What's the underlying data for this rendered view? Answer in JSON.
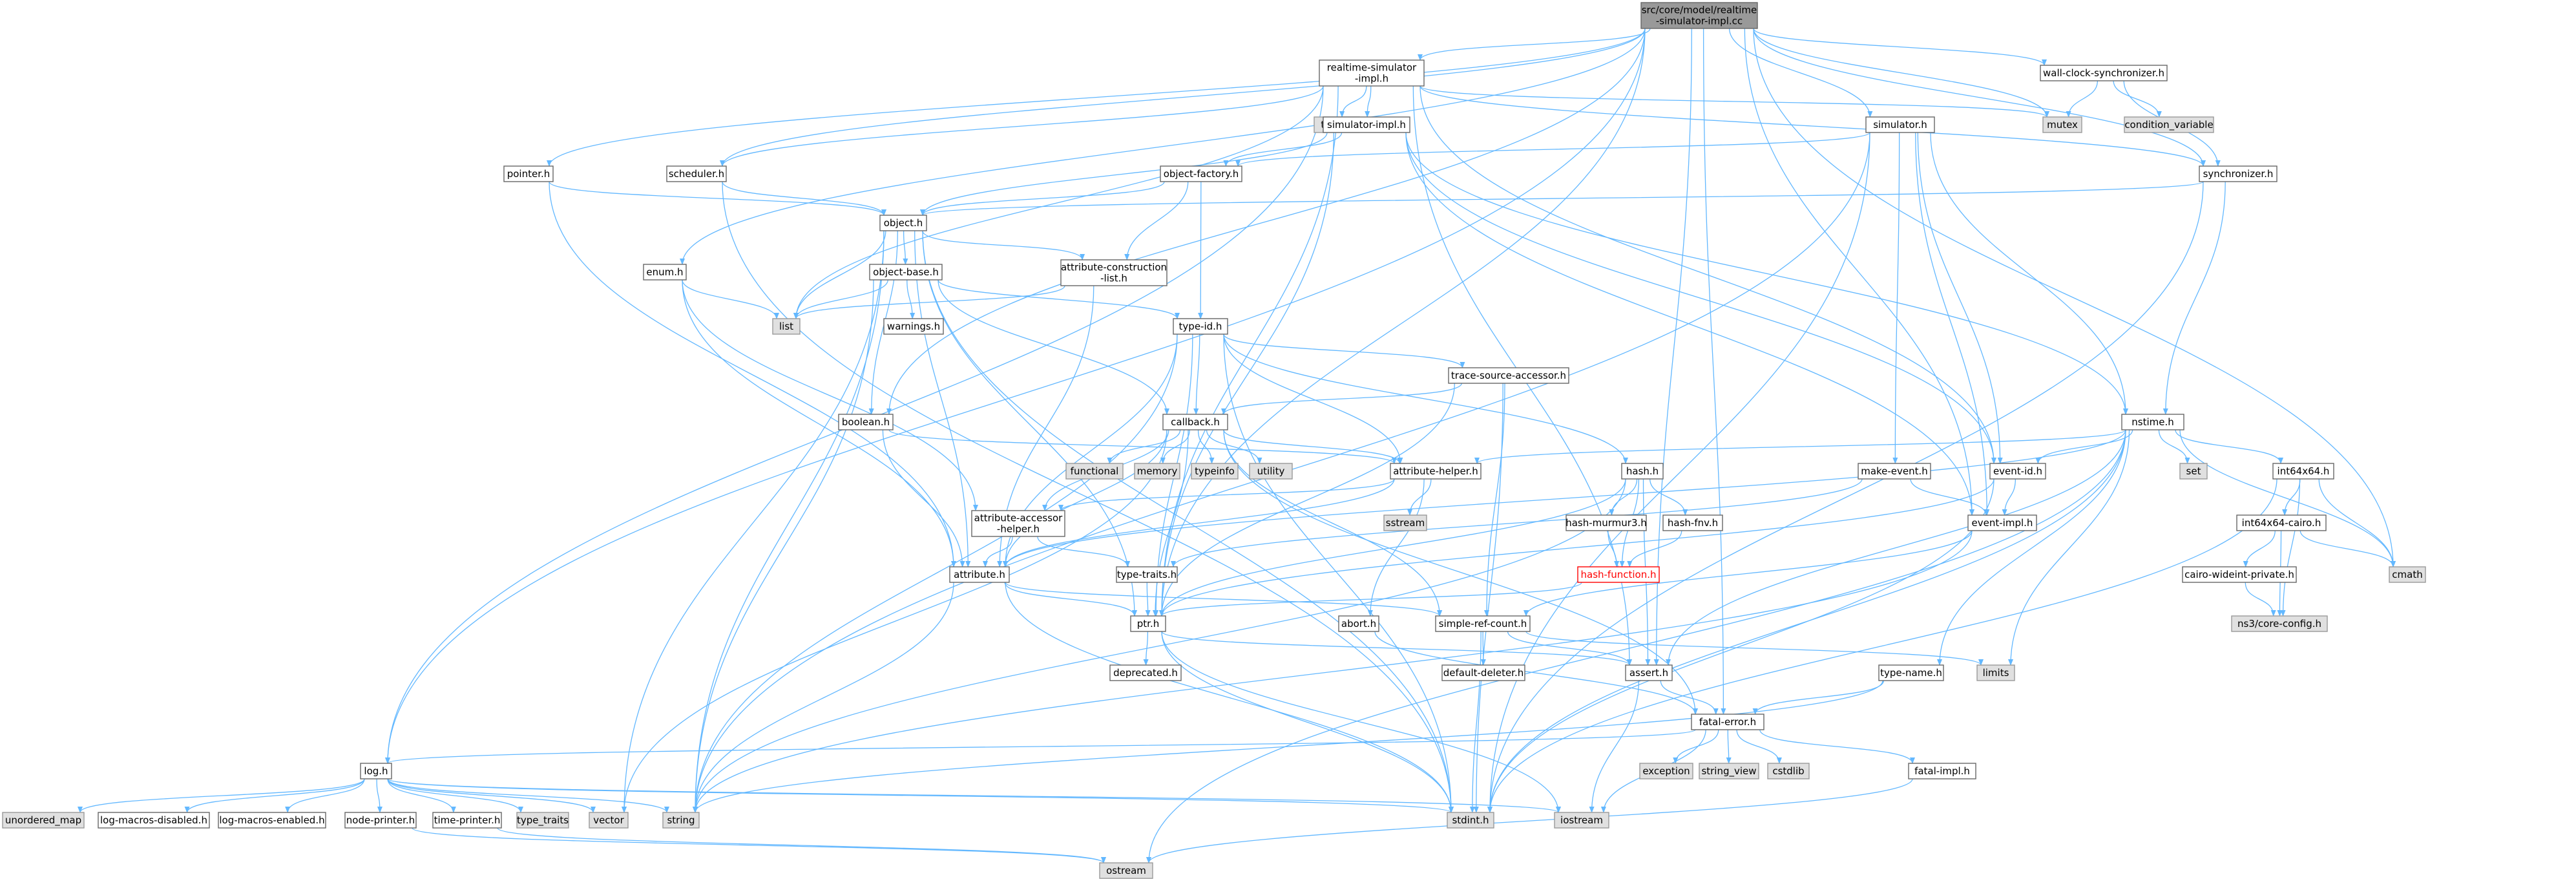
{
  "colors": {
    "edge": "#63b8ff",
    "local_fill": "#ffffff",
    "system_fill": "#e0e0e0",
    "root_fill": "#999999",
    "warn": "#ff0000"
  },
  "nodes": [
    {
      "id": "root",
      "label": [
        "src/core/model/realtime",
        "-simulator-impl.cc"
      ],
      "kind": "root"
    },
    {
      "id": "rsi",
      "label": [
        "realtime-simulator",
        "-impl.h"
      ],
      "kind": "local"
    },
    {
      "id": "wall",
      "label": [
        "wall-clock-synchronizer.h"
      ],
      "kind": "local"
    },
    {
      "id": "thread",
      "label": [
        "thread"
      ],
      "kind": "system"
    },
    {
      "id": "mutex",
      "label": [
        "mutex"
      ],
      "kind": "system"
    },
    {
      "id": "cv",
      "label": [
        "condition_variable"
      ],
      "kind": "system"
    },
    {
      "id": "simimpl",
      "label": [
        "simulator-impl.h"
      ],
      "kind": "local"
    },
    {
      "id": "simulator",
      "label": [
        "simulator.h"
      ],
      "kind": "local"
    },
    {
      "id": "sync",
      "label": [
        "synchronizer.h"
      ],
      "kind": "local"
    },
    {
      "id": "pointer",
      "label": [
        "pointer.h"
      ],
      "kind": "local"
    },
    {
      "id": "scheduler",
      "label": [
        "scheduler.h"
      ],
      "kind": "local"
    },
    {
      "id": "objfactory",
      "label": [
        "object-factory.h"
      ],
      "kind": "local"
    },
    {
      "id": "object",
      "label": [
        "object.h"
      ],
      "kind": "local"
    },
    {
      "id": "objbase",
      "label": [
        "object-base.h"
      ],
      "kind": "local"
    },
    {
      "id": "attrcons",
      "label": [
        "attribute-construction",
        "-list.h"
      ],
      "kind": "local"
    },
    {
      "id": "enum",
      "label": [
        "enum.h"
      ],
      "kind": "local"
    },
    {
      "id": "list",
      "label": [
        "list"
      ],
      "kind": "system"
    },
    {
      "id": "warnings",
      "label": [
        "warnings.h"
      ],
      "kind": "local"
    },
    {
      "id": "typeid",
      "label": [
        "type-id.h"
      ],
      "kind": "local"
    },
    {
      "id": "tsa",
      "label": [
        "trace-source-accessor.h"
      ],
      "kind": "local"
    },
    {
      "id": "boolean",
      "label": [
        "boolean.h"
      ],
      "kind": "local"
    },
    {
      "id": "callback",
      "label": [
        "callback.h"
      ],
      "kind": "local"
    },
    {
      "id": "functional",
      "label": [
        "functional"
      ],
      "kind": "system"
    },
    {
      "id": "memory",
      "label": [
        "memory"
      ],
      "kind": "system"
    },
    {
      "id": "typeinfo",
      "label": [
        "typeinfo"
      ],
      "kind": "system"
    },
    {
      "id": "utility",
      "label": [
        "utility"
      ],
      "kind": "system"
    },
    {
      "id": "attrhelper",
      "label": [
        "attribute-helper.h"
      ],
      "kind": "local"
    },
    {
      "id": "sstream",
      "label": [
        "sstream"
      ],
      "kind": "system"
    },
    {
      "id": "hash",
      "label": [
        "hash.h"
      ],
      "kind": "local"
    },
    {
      "id": "murmur",
      "label": [
        "hash-murmur3.h"
      ],
      "kind": "local"
    },
    {
      "id": "fnv",
      "label": [
        "hash-fnv.h"
      ],
      "kind": "local"
    },
    {
      "id": "hashfn",
      "label": [
        "hash-function.h"
      ],
      "kind": "warn"
    },
    {
      "id": "aah",
      "label": [
        "attribute-accessor",
        "-helper.h"
      ],
      "kind": "local"
    },
    {
      "id": "attribute",
      "label": [
        "attribute.h"
      ],
      "kind": "local"
    },
    {
      "id": "typetraitsh",
      "label": [
        "type-traits.h"
      ],
      "kind": "local"
    },
    {
      "id": "ptr",
      "label": [
        "ptr.h"
      ],
      "kind": "local"
    },
    {
      "id": "abort",
      "label": [
        "abort.h"
      ],
      "kind": "local"
    },
    {
      "id": "src",
      "label": [
        "simple-ref-count.h"
      ],
      "kind": "local"
    },
    {
      "id": "deprecated",
      "label": [
        "deprecated.h"
      ],
      "kind": "local"
    },
    {
      "id": "deldel",
      "label": [
        "default-deleter.h"
      ],
      "kind": "local"
    },
    {
      "id": "assert",
      "label": [
        "assert.h"
      ],
      "kind": "local"
    },
    {
      "id": "nstime",
      "label": [
        "nstime.h"
      ],
      "kind": "local"
    },
    {
      "id": "makeevent",
      "label": [
        "make-event.h"
      ],
      "kind": "local"
    },
    {
      "id": "eventid",
      "label": [
        "event-id.h"
      ],
      "kind": "local"
    },
    {
      "id": "eventimpl",
      "label": [
        "event-impl.h"
      ],
      "kind": "local"
    },
    {
      "id": "set",
      "label": [
        "set"
      ],
      "kind": "system"
    },
    {
      "id": "int64",
      "label": [
        "int64x64.h"
      ],
      "kind": "local"
    },
    {
      "id": "int64cairo",
      "label": [
        "int64x64-cairo.h"
      ],
      "kind": "local"
    },
    {
      "id": "cmath",
      "label": [
        "cmath"
      ],
      "kind": "system"
    },
    {
      "id": "cairowide",
      "label": [
        "cairo-wideint-private.h"
      ],
      "kind": "local"
    },
    {
      "id": "coreconfig",
      "label": [
        "ns3/core-config.h"
      ],
      "kind": "system"
    },
    {
      "id": "limits",
      "label": [
        "limits"
      ],
      "kind": "system"
    },
    {
      "id": "typename",
      "label": [
        "type-name.h"
      ],
      "kind": "local"
    },
    {
      "id": "fatal",
      "label": [
        "fatal-error.h"
      ],
      "kind": "local"
    },
    {
      "id": "exception",
      "label": [
        "exception"
      ],
      "kind": "system"
    },
    {
      "id": "stringview",
      "label": [
        "string_view"
      ],
      "kind": "system"
    },
    {
      "id": "cstdlib",
      "label": [
        "cstdlib"
      ],
      "kind": "system"
    },
    {
      "id": "fatalimpl",
      "label": [
        "fatal-impl.h"
      ],
      "kind": "local"
    },
    {
      "id": "log",
      "label": [
        "log.h"
      ],
      "kind": "local"
    },
    {
      "id": "umap",
      "label": [
        "unordered_map"
      ],
      "kind": "system"
    },
    {
      "id": "lmd",
      "label": [
        "log-macros-disabled.h"
      ],
      "kind": "local"
    },
    {
      "id": "lme",
      "label": [
        "log-macros-enabled.h"
      ],
      "kind": "local"
    },
    {
      "id": "nodeprinter",
      "label": [
        "node-printer.h"
      ],
      "kind": "local"
    },
    {
      "id": "timeprinter",
      "label": [
        "time-printer.h"
      ],
      "kind": "local"
    },
    {
      "id": "typetraits",
      "label": [
        "type_traits"
      ],
      "kind": "system"
    },
    {
      "id": "vector",
      "label": [
        "vector"
      ],
      "kind": "system"
    },
    {
      "id": "string",
      "label": [
        "string"
      ],
      "kind": "system"
    },
    {
      "id": "stdint",
      "label": [
        "stdint.h"
      ],
      "kind": "system"
    },
    {
      "id": "iostream",
      "label": [
        "iostream"
      ],
      "kind": "system"
    },
    {
      "id": "ostream",
      "label": [
        "ostream"
      ],
      "kind": "system"
    }
  ],
  "edges": [
    [
      "root",
      "rsi"
    ],
    [
      "root",
      "wall"
    ],
    [
      "root",
      "mutex"
    ],
    [
      "root",
      "simulator"
    ],
    [
      "root",
      "sync"
    ],
    [
      "root",
      "pointer"
    ],
    [
      "root",
      "scheduler"
    ],
    [
      "root",
      "enum"
    ],
    [
      "root",
      "boolean"
    ],
    [
      "root",
      "log"
    ],
    [
      "root",
      "ptr"
    ],
    [
      "root",
      "eventimpl"
    ],
    [
      "root",
      "cmath"
    ],
    [
      "root",
      "fatal"
    ],
    [
      "root",
      "assert"
    ],
    [
      "wall",
      "mutex"
    ],
    [
      "wall",
      "cv"
    ],
    [
      "wall",
      "sync"
    ],
    [
      "rsi",
      "thread"
    ],
    [
      "rsi",
      "mutex"
    ],
    [
      "rsi",
      "simimpl"
    ],
    [
      "rsi",
      "scheduler"
    ],
    [
      "rsi",
      "sync"
    ],
    [
      "rsi",
      "list"
    ],
    [
      "rsi",
      "log"
    ],
    [
      "rsi",
      "assert"
    ],
    [
      "rsi",
      "eventid"
    ],
    [
      "rsi",
      "ptr"
    ],
    [
      "simimpl",
      "objfactory"
    ],
    [
      "simimpl",
      "object"
    ],
    [
      "simimpl",
      "eventimpl"
    ],
    [
      "simimpl",
      "eventid"
    ],
    [
      "simimpl",
      "nstime"
    ],
    [
      "simimpl",
      "ptr"
    ],
    [
      "simulator",
      "objfactory"
    ],
    [
      "simulator",
      "eventid"
    ],
    [
      "simulator",
      "eventimpl"
    ],
    [
      "simulator",
      "makeevent"
    ],
    [
      "simulator",
      "nstime"
    ],
    [
      "simulator",
      "string"
    ],
    [
      "simulator",
      "stdint"
    ],
    [
      "sync",
      "object"
    ],
    [
      "sync",
      "nstime"
    ],
    [
      "sync",
      "stdint"
    ],
    [
      "pointer",
      "object"
    ],
    [
      "pointer",
      "attribute"
    ],
    [
      "scheduler",
      "object"
    ],
    [
      "scheduler",
      "stdint"
    ],
    [
      "objfactory",
      "object"
    ],
    [
      "objfactory",
      "attrcons"
    ],
    [
      "objfactory",
      "typeid"
    ],
    [
      "object",
      "objbase"
    ],
    [
      "object",
      "attrcons"
    ],
    [
      "object",
      "list"
    ],
    [
      "object",
      "ptr"
    ],
    [
      "object",
      "attribute"
    ],
    [
      "object",
      "vector"
    ],
    [
      "object",
      "string"
    ],
    [
      "object",
      "stdint"
    ],
    [
      "object",
      "boolean"
    ],
    [
      "objbase",
      "list"
    ],
    [
      "objbase",
      "warnings"
    ],
    [
      "objbase",
      "typeid"
    ],
    [
      "objbase",
      "callback"
    ],
    [
      "objbase",
      "string"
    ],
    [
      "attrcons",
      "list"
    ],
    [
      "attrcons",
      "attribute"
    ],
    [
      "enum",
      "list"
    ],
    [
      "enum",
      "attribute"
    ],
    [
      "enum",
      "aah"
    ],
    [
      "typeid",
      "tsa"
    ],
    [
      "typeid",
      "callback"
    ],
    [
      "typeid",
      "attrhelper"
    ],
    [
      "typeid",
      "hash"
    ],
    [
      "typeid",
      "attribute"
    ],
    [
      "typeid",
      "ptr"
    ],
    [
      "typeid",
      "string"
    ],
    [
      "typeid",
      "stdint"
    ],
    [
      "tsa",
      "callback"
    ],
    [
      "tsa",
      "ptr"
    ],
    [
      "tsa",
      "src"
    ],
    [
      "tsa",
      "stdint"
    ],
    [
      "boolean",
      "attrhelper"
    ],
    [
      "boolean",
      "attribute"
    ],
    [
      "callback",
      "functional"
    ],
    [
      "callback",
      "memory"
    ],
    [
      "callback",
      "typeinfo"
    ],
    [
      "callback",
      "utility"
    ],
    [
      "callback",
      "attrhelper"
    ],
    [
      "callback",
      "aah"
    ],
    [
      "callback",
      "attribute"
    ],
    [
      "callback",
      "ptr"
    ],
    [
      "callback",
      "src"
    ],
    [
      "callback",
      "fatal"
    ],
    [
      "callback",
      "vector"
    ],
    [
      "attrhelper",
      "sstream"
    ],
    [
      "attrhelper",
      "aah"
    ],
    [
      "attrhelper",
      "attribute"
    ],
    [
      "attrhelper",
      "abort"
    ],
    [
      "hash",
      "murmur"
    ],
    [
      "hash",
      "fnv"
    ],
    [
      "hash",
      "hashfn"
    ],
    [
      "hash",
      "assert"
    ],
    [
      "hash",
      "ptr"
    ],
    [
      "hash",
      "string"
    ],
    [
      "murmur",
      "hashfn"
    ],
    [
      "fnv",
      "hashfn"
    ],
    [
      "hashfn",
      "ptr"
    ],
    [
      "aah",
      "attribute"
    ],
    [
      "aah",
      "typetraitsh"
    ],
    [
      "attribute",
      "ptr"
    ],
    [
      "attribute",
      "src"
    ],
    [
      "attribute",
      "string"
    ],
    [
      "attribute",
      "stdint"
    ],
    [
      "typetraitsh",
      "ptr"
    ],
    [
      "ptr",
      "deprecated"
    ],
    [
      "ptr",
      "assert"
    ],
    [
      "ptr",
      "iostream"
    ],
    [
      "ptr",
      "stdint"
    ],
    [
      "abort",
      "fatal"
    ],
    [
      "src",
      "deldel"
    ],
    [
      "src",
      "assert"
    ],
    [
      "src",
      "limits"
    ],
    [
      "src",
      "stdint"
    ],
    [
      "assert",
      "fatal"
    ],
    [
      "assert",
      "iostream"
    ],
    [
      "nstime",
      "attribute"
    ],
    [
      "nstime",
      "attrhelper"
    ],
    [
      "nstime",
      "eventid"
    ],
    [
      "nstime",
      "int64"
    ],
    [
      "nstime",
      "set"
    ],
    [
      "nstime",
      "cmath"
    ],
    [
      "nstime",
      "limits"
    ],
    [
      "nstime",
      "typename"
    ],
    [
      "nstime",
      "assert"
    ],
    [
      "nstime",
      "ostream"
    ],
    [
      "nstime",
      "stdint"
    ],
    [
      "makeevent",
      "eventimpl"
    ],
    [
      "makeevent",
      "typetraitsh"
    ],
    [
      "eventid",
      "eventimpl"
    ],
    [
      "eventid",
      "ptr"
    ],
    [
      "eventid",
      "stdint"
    ],
    [
      "eventimpl",
      "src"
    ],
    [
      "eventimpl",
      "string"
    ],
    [
      "int64",
      "int64cairo"
    ],
    [
      "int64",
      "coreconfig"
    ],
    [
      "int64",
      "cmath"
    ],
    [
      "int64",
      "stdint"
    ],
    [
      "int64cairo",
      "cairowide"
    ],
    [
      "int64cairo",
      "coreconfig"
    ],
    [
      "int64cairo",
      "cmath"
    ],
    [
      "cairowide",
      "coreconfig"
    ],
    [
      "typename",
      "fatal"
    ],
    [
      "typename",
      "string"
    ],
    [
      "fatal",
      "exception"
    ],
    [
      "fatal",
      "stringview"
    ],
    [
      "fatal",
      "cstdlib"
    ],
    [
      "fatal",
      "fatalimpl"
    ],
    [
      "fatal",
      "log"
    ],
    [
      "fatal",
      "iostream"
    ],
    [
      "fatalimpl",
      "ostream"
    ],
    [
      "log",
      "umap"
    ],
    [
      "log",
      "lmd"
    ],
    [
      "log",
      "lme"
    ],
    [
      "log",
      "nodeprinter"
    ],
    [
      "log",
      "timeprinter"
    ],
    [
      "log",
      "typetraits"
    ],
    [
      "log",
      "vector"
    ],
    [
      "log",
      "string"
    ],
    [
      "log",
      "stdint"
    ],
    [
      "log",
      "iostream"
    ],
    [
      "nodeprinter",
      "ostream"
    ],
    [
      "timeprinter",
      "ostream"
    ]
  ]
}
